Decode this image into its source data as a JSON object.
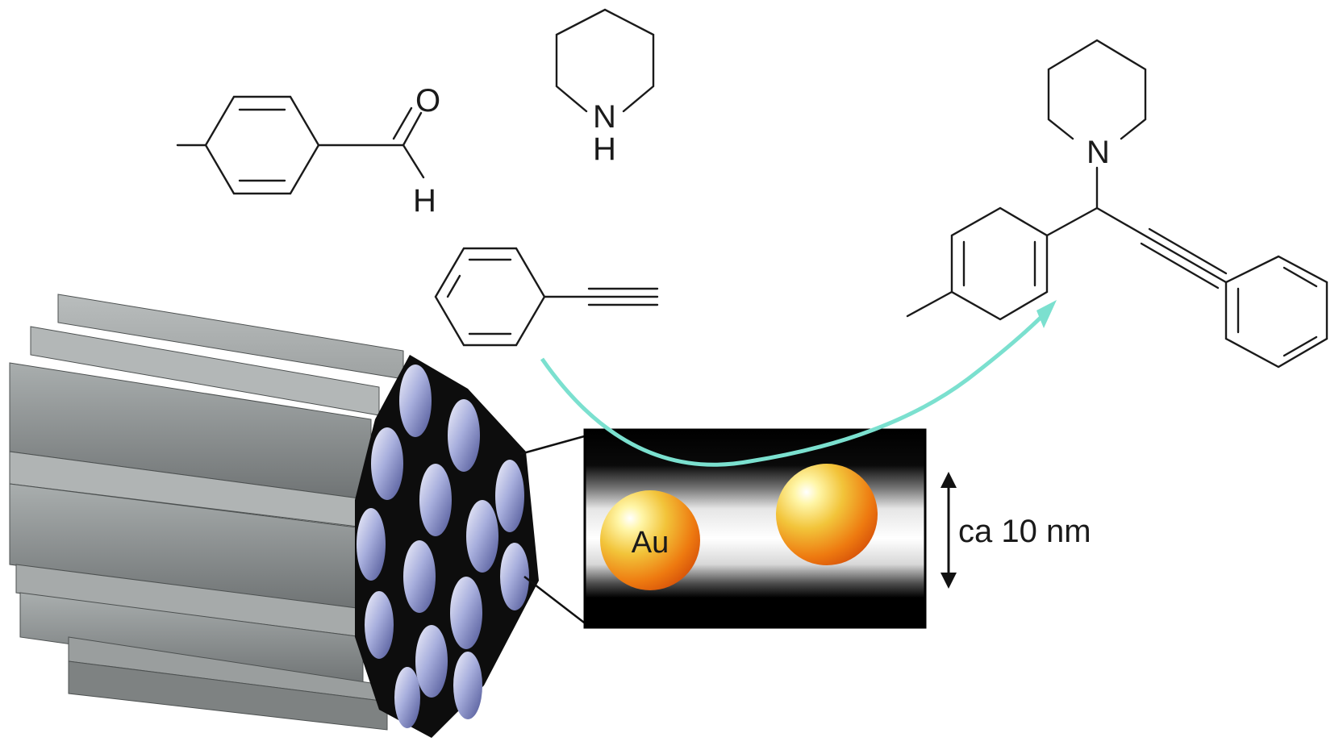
{
  "reactants": {
    "aldehyde": {
      "oxygen_label": "O",
      "hydrogen_label": "H"
    },
    "piperidine": {
      "nitrogen_label": "N",
      "hydrogen_label": "H"
    },
    "phenylacetylene": {}
  },
  "product": {
    "nitrogen_label": "N"
  },
  "pore": {
    "nanoparticle_label": "Au",
    "dimension_label": "ca 10 nm"
  },
  "colors": {
    "arrow": "#7be0cf",
    "gold_particle": "#f08a12",
    "channel_fill": "#a9b0e0",
    "support_grey": "#8c9091"
  },
  "icons": [
    "curved-reaction-arrow",
    "double-headed-arrow",
    "mesoporous-silica-rod",
    "gold-nanoparticle"
  ]
}
